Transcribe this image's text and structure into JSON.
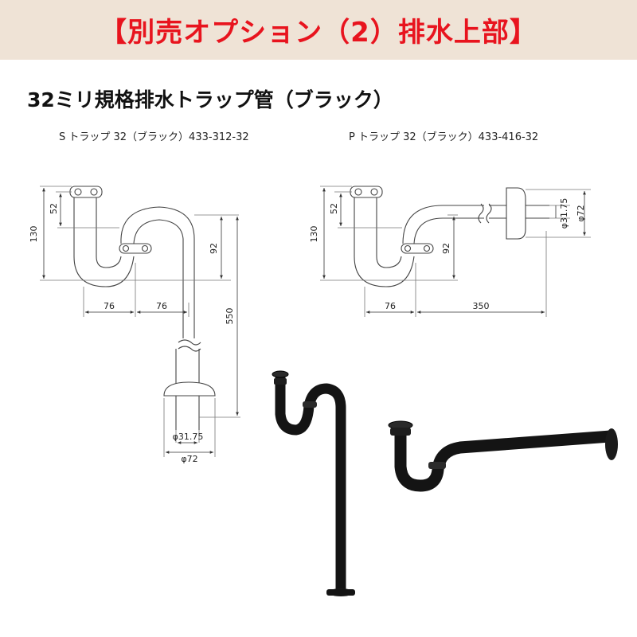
{
  "header": {
    "title": "【別売オプション（2）排水上部】"
  },
  "section": {
    "title": "32ミリ規格排水トラップ管（ブラック）"
  },
  "products": [
    {
      "label": "S トラップ 32（ブラック）433-312-32"
    },
    {
      "label": "P トラップ 32（ブラック）433-416-32"
    }
  ],
  "s_trap_dims": {
    "d130": "130",
    "d52": "52",
    "d92": "92",
    "d550": "550",
    "d76a": "76",
    "d76b": "76",
    "phi_inner": "φ31.75",
    "phi_outer": "φ72"
  },
  "p_trap_dims": {
    "d130": "130",
    "d52": "52",
    "d92": "92",
    "d76": "76",
    "d350": "350",
    "phi_inner": "φ31.75",
    "phi_outer": "φ72"
  },
  "colors": {
    "banner_bg": "#efe3d6",
    "banner_text": "#e8141e",
    "product_black": "#141414"
  }
}
